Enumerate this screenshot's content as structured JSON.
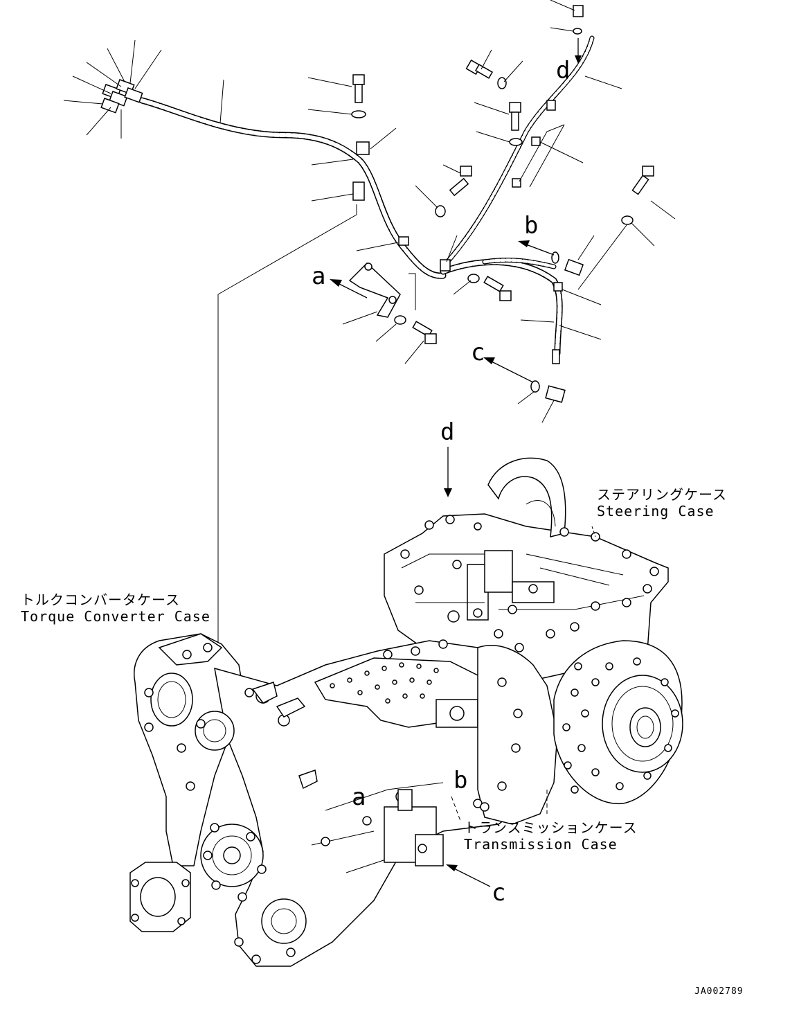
{
  "callouts": {
    "a": "a",
    "b": "b",
    "c": "c",
    "d": "d"
  },
  "cases": {
    "steering_jp": "ステアリングケース",
    "steering_en": "Steering Case",
    "torque_jp": "トルクコンバータケース",
    "torque_en": "Torque Converter Case",
    "transmission_jp": "トランスミッションケース",
    "transmission_en": "Transmission Case"
  },
  "drawing_code": "JA002789"
}
